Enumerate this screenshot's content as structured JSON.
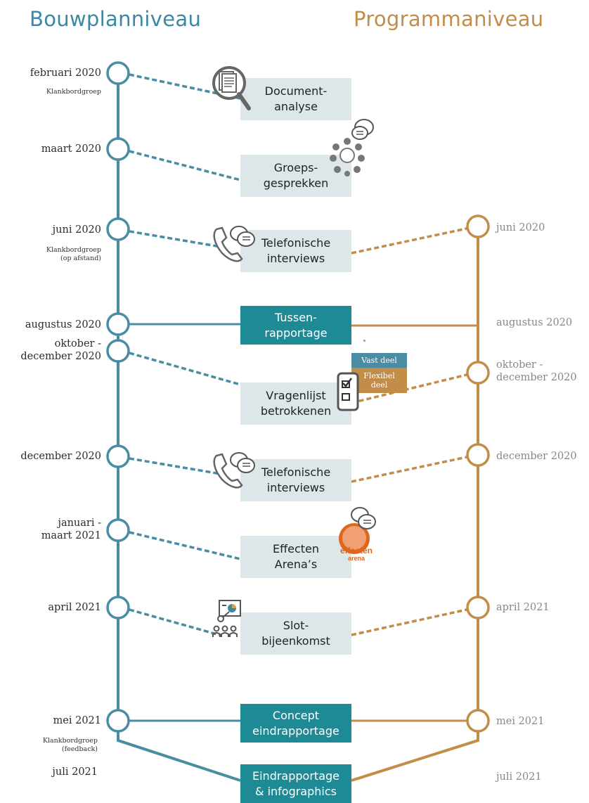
{
  "headers": {
    "left": "Bouwplanniveau",
    "right": "Programmaniveau"
  },
  "colors": {
    "left_line": "#4a8ca3",
    "right_line": "#c28d49",
    "light_box": "#dde7ea",
    "dark_box": "#1e8a96",
    "tag_blue": "#4a8ca3",
    "tag_orange": "#c28d49",
    "arena_orange": "#e0661e"
  },
  "left_dates": [
    {
      "label": "februari 2020",
      "note": "Klankbordgroep"
    },
    {
      "label": "maart 2020",
      "note": ""
    },
    {
      "label": "juni 2020",
      "note": "Klankbordgroep\n(op afstand)"
    },
    {
      "label": "augustus 2020",
      "note": ""
    },
    {
      "label": "oktober -\ndecember 2020",
      "note": ""
    },
    {
      "label": "december 2020",
      "note": ""
    },
    {
      "label": "januari -\nmaart 2021",
      "note": ""
    },
    {
      "label": "april 2021",
      "note": ""
    },
    {
      "label": "mei 2021",
      "note": "Klankbordgroep\n(feedback)"
    },
    {
      "label": "juli 2021",
      "note": ""
    }
  ],
  "right_dates": [
    {
      "label": "juni 2020"
    },
    {
      "label": "augustus 2020"
    },
    {
      "label": "oktober -\ndecember 2020"
    },
    {
      "label": "december 2020"
    },
    {
      "label": "april 2021"
    },
    {
      "label": "mei 2021"
    },
    {
      "label": "juli 2021"
    }
  ],
  "steps": [
    {
      "label": "Document-\nanalyse",
      "style": "light",
      "icon": "document-magnifier-icon"
    },
    {
      "label": "Groeps-\ngesprekken",
      "style": "light",
      "icon": "group-meeting-icon"
    },
    {
      "label": "Telefonische\ninterviews",
      "style": "light",
      "icon": "phone-chat-icon"
    },
    {
      "label": "Tussen-\nrapportage",
      "style": "dark",
      "icon": ""
    },
    {
      "label": "Vragenlijst\nbetrokkenen",
      "style": "light",
      "icon": "mobile-questionnaire-icon"
    },
    {
      "label": "Telefonische\ninterviews",
      "style": "light",
      "icon": "phone-chat-icon"
    },
    {
      "label": "Effecten\nArena’s",
      "style": "light",
      "icon": "effecten-arena-logo"
    },
    {
      "label": "Slot-\nbijeenkomst",
      "style": "light",
      "icon": "presentation-icon"
    },
    {
      "label": "Concept\neindrapportage",
      "style": "dark",
      "icon": ""
    },
    {
      "label": "Eindrapportage\n& infographics",
      "style": "dark",
      "icon": ""
    }
  ],
  "questionnaire_tags": {
    "fixed": "Vast deel",
    "flexible": "Flexibel\ndeel"
  },
  "arena_logo": {
    "word1": "effecten",
    "word2": "arena"
  }
}
